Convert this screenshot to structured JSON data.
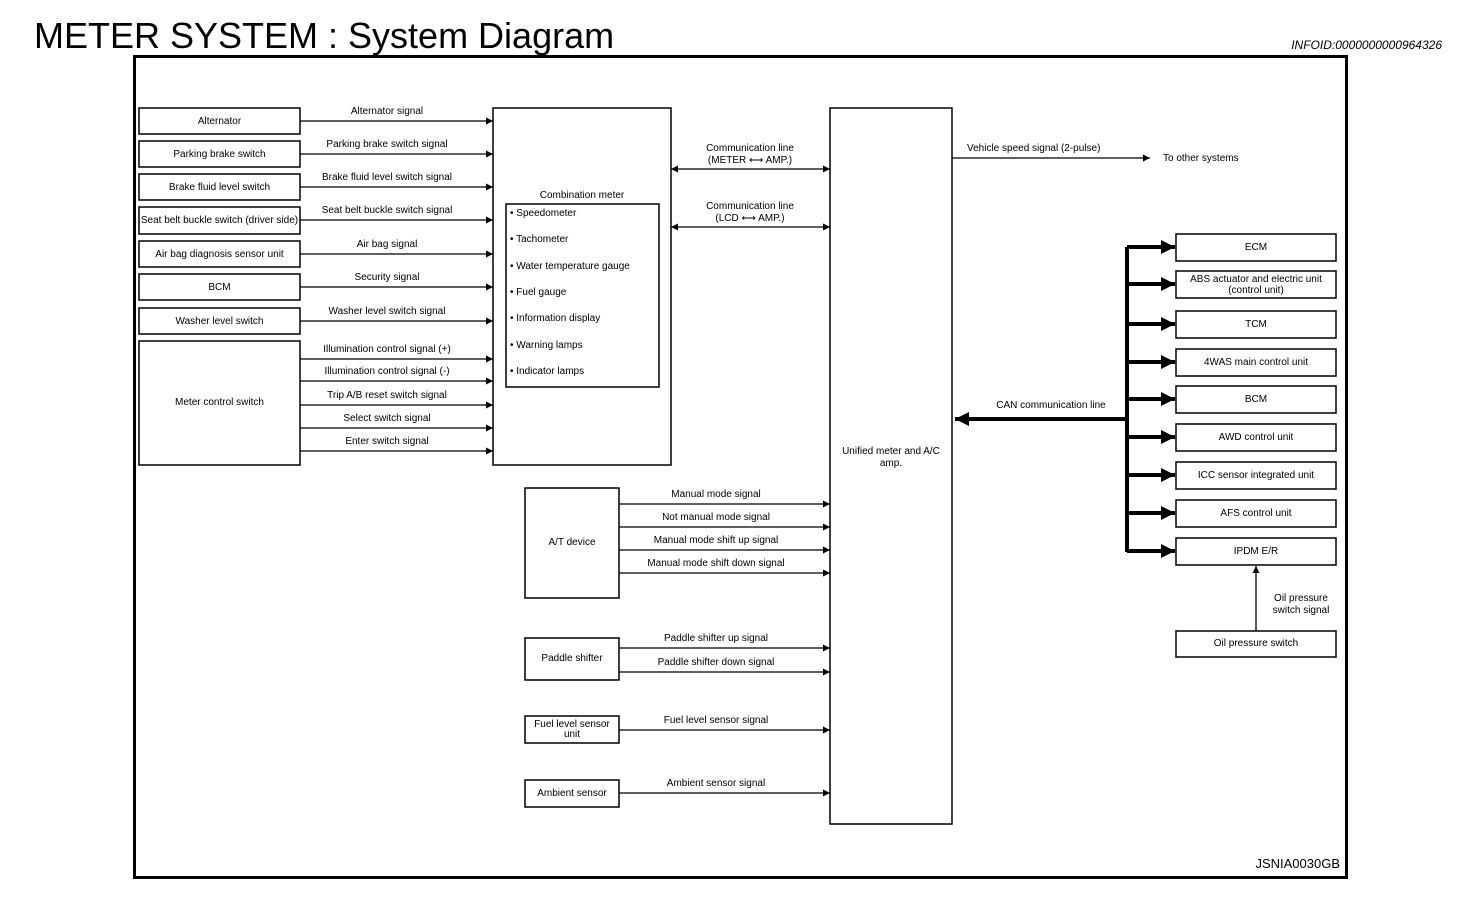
{
  "header": {
    "title": "METER SYSTEM : System Diagram",
    "info_id": "INFOID:0000000000964326"
  },
  "figure_id": "JSNIA0030GB",
  "left_inputs": [
    {
      "label": "Alternator",
      "signal": "Alternator signal"
    },
    {
      "label": "Parking brake switch",
      "signal": "Parking brake switch signal"
    },
    {
      "label": "Brake fluid level switch",
      "signal": "Brake fluid level switch signal"
    },
    {
      "label": "Seat belt buckle switch (driver side)",
      "signal": "Seat belt buckle switch signal"
    },
    {
      "label": "Air bag diagnosis sensor unit",
      "signal": "Air bag signal"
    },
    {
      "label": "BCM",
      "signal": "Security signal"
    },
    {
      "label": "Washer level switch",
      "signal": "Washer level switch signal"
    }
  ],
  "meter_control_switch": {
    "label": "Meter control switch",
    "signals": [
      "Illumination control signal (+)",
      "Illumination control signal (-)",
      "Trip A/B reset switch signal",
      "Select switch signal",
      "Enter switch signal"
    ]
  },
  "combination_meter": {
    "title": "Combination meter",
    "items": [
      "• Speedometer",
      "• Tachometer",
      "• Water temperature gauge",
      "• Fuel gauge",
      "• Information display",
      "• Warning lamps",
      "• Indicator lamps"
    ]
  },
  "communication_lines": [
    {
      "line1": "Communication line",
      "line2": "(METER ⟷ AMP.)"
    },
    {
      "line1": "Communication line",
      "line2": "(LCD ⟷ AMP.)"
    }
  ],
  "unified_meter": {
    "label": "Unified meter and A/C amp."
  },
  "at_device": {
    "label": "A/T device",
    "signals": [
      "Manual mode signal",
      "Not manual mode signal",
      "Manual mode shift up signal",
      "Manual mode shift down signal"
    ]
  },
  "paddle_shifter": {
    "label": "Paddle shifter",
    "signals": [
      "Paddle shifter up signal",
      "Paddle shifter down signal"
    ]
  },
  "fuel_level_sensor": {
    "label": "Fuel level sensor unit",
    "signal": "Fuel level sensor signal"
  },
  "ambient_sensor": {
    "label": "Ambient sensor",
    "signal": "Ambient sensor signal"
  },
  "vehicle_speed": {
    "signal": "Vehicle speed signal (2-pulse)",
    "target": "To other systems"
  },
  "can": {
    "label": "CAN communication line",
    "units": [
      "ECM",
      "ABS actuator and electric unit (control unit)",
      "TCM",
      "4WAS main control unit",
      "BCM",
      "AWD control unit",
      "ICC sensor integrated unit",
      "AFS control unit",
      "IPDM E/R"
    ]
  },
  "oil_pressure": {
    "switch_label": "Oil pressure switch",
    "signal": "Oil pressure switch signal"
  }
}
